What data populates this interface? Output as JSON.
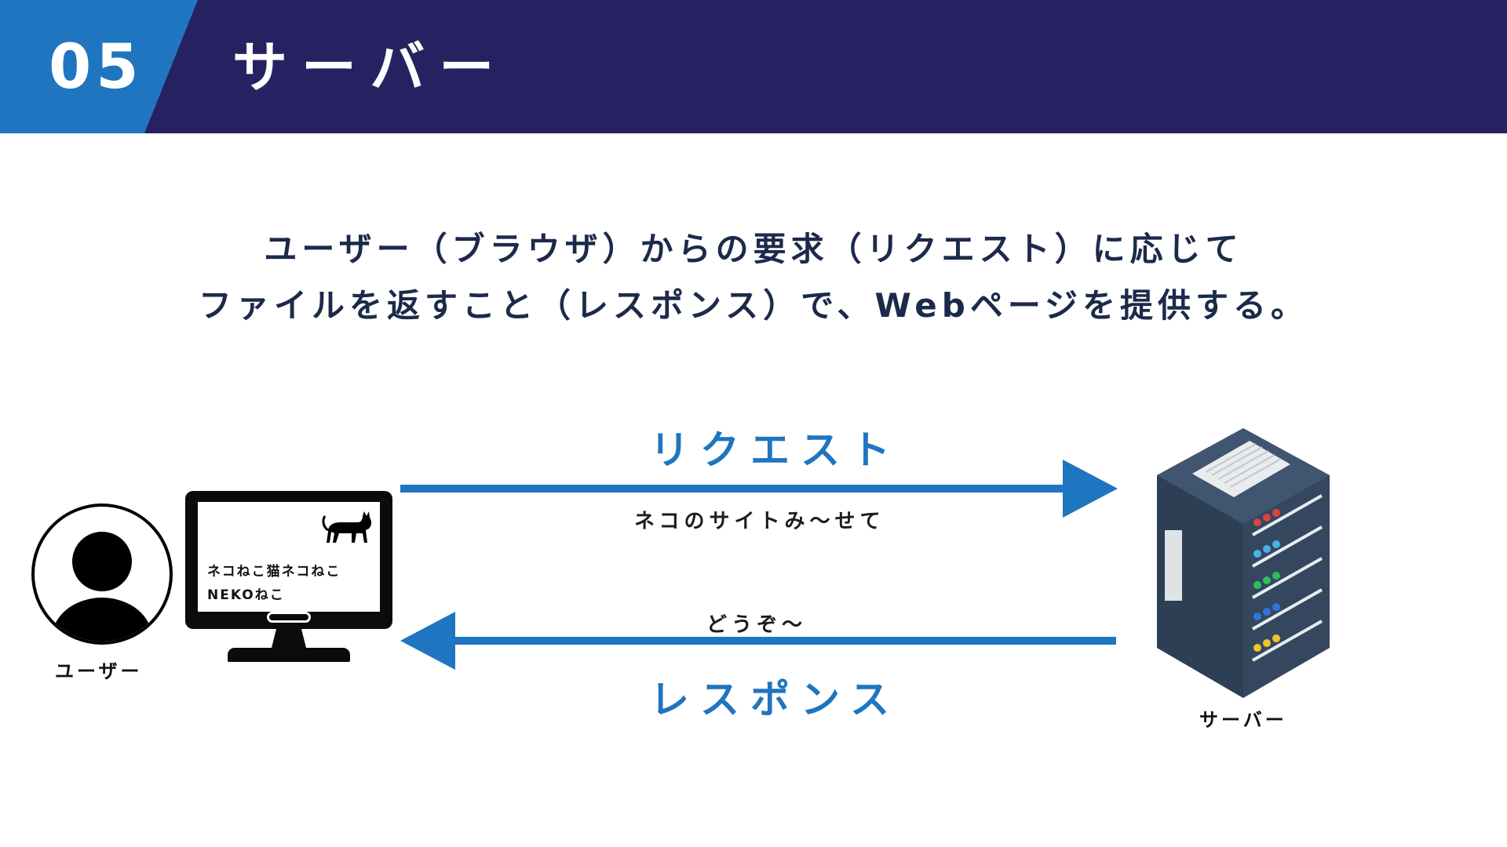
{
  "header": {
    "number": "05",
    "title": "サーバー"
  },
  "description": {
    "line1": "ユーザー（ブラウザ）からの要求（リクエスト）に応じて",
    "line2": "ファイルを返すこと（レスポンス）で、Webページを提供する。"
  },
  "user": {
    "label": "ユーザー"
  },
  "monitor": {
    "line1": "ネコねこ猫ネコねこ",
    "line2": "NEKOねこ"
  },
  "request": {
    "label": "リクエスト",
    "message": "ネコのサイトみ〜せて"
  },
  "response": {
    "label": "レスポンス",
    "message": "どうぞ〜"
  },
  "server": {
    "label": "サーバー"
  },
  "colors": {
    "header_bg": "#262262",
    "accent": "#1f75c0",
    "text": "#1c2a4a"
  }
}
